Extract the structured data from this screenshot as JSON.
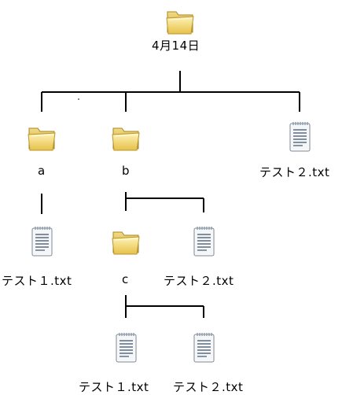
{
  "tree": {
    "root": {
      "label": "4月14日",
      "icon": "folder-icon"
    },
    "folder_a": {
      "label": "a",
      "icon": "folder-icon"
    },
    "folder_b": {
      "label": "b",
      "icon": "folder-icon"
    },
    "file_root_test2": {
      "label": "テスト２.txt",
      "icon": "text-file-icon"
    },
    "file_a_test1": {
      "label": "テスト１.txt",
      "icon": "text-file-icon"
    },
    "folder_c": {
      "label": "c",
      "icon": "folder-icon"
    },
    "file_b_test2": {
      "label": "テスト２.txt",
      "icon": "text-file-icon"
    },
    "file_c_test1": {
      "label": "テスト１.txt",
      "icon": "text-file-icon"
    },
    "file_c_test2": {
      "label": "テスト２.txt",
      "icon": "text-file-icon"
    }
  }
}
